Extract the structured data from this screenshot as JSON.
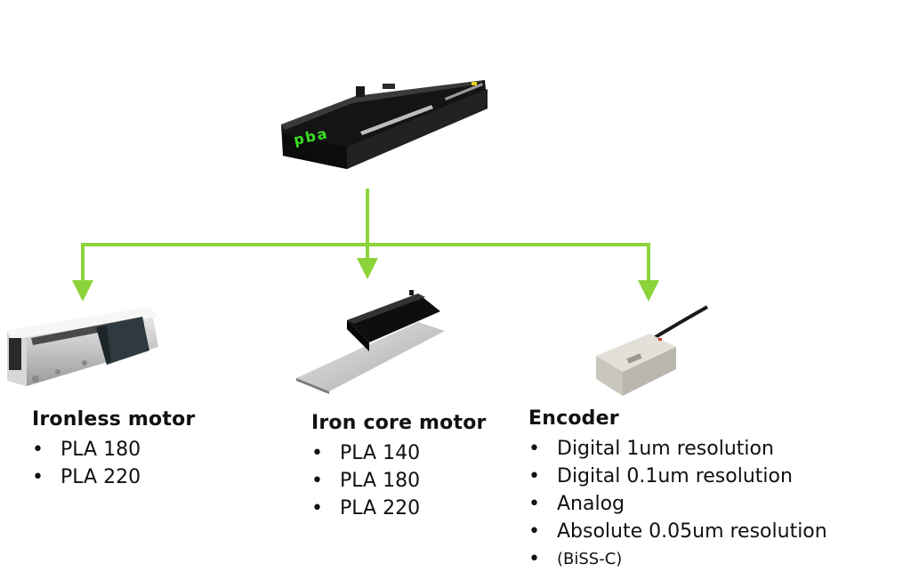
{
  "logo_text": "pba",
  "colors": {
    "connector": "#8cd33a",
    "logo": "#39e021",
    "product": "#1c1c1c"
  },
  "icons": [
    "linear-stage-image",
    "ironless-motor-image",
    "iron-core-motor-image",
    "encoder-image"
  ],
  "groups": [
    {
      "title": "Ironless motor",
      "items": [
        "PLA 180",
        "PLA 220"
      ]
    },
    {
      "title": "Iron core motor",
      "items": [
        "PLA 140",
        "PLA 180",
        "PLA 220"
      ]
    },
    {
      "title": "Encoder",
      "items": [
        "Digital 1um resolution",
        "Digital 0.1um resolution",
        "Analog",
        "Absolute 0.05um resolution",
        "(BiSS-C)"
      ]
    }
  ]
}
